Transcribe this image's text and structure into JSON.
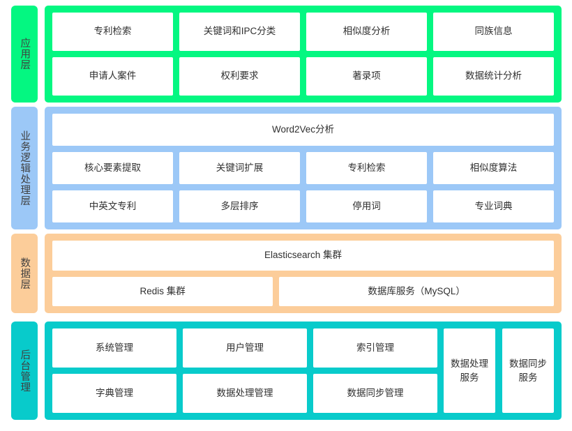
{
  "diagram": {
    "type": "layered-architecture",
    "layers": [
      {
        "id": "application",
        "label": "应用层",
        "color": "#04f781",
        "rows": [
          [
            "专利检索",
            "关键词和IPC分类",
            "相似度分析",
            "同族信息"
          ],
          [
            "申请人案件",
            "权利要求",
            "著录项",
            "数据统计分析"
          ]
        ]
      },
      {
        "id": "business",
        "label": "业务逻辑处理层",
        "color": "#9cc8f7",
        "rows": [
          [
            "Word2Vec分析"
          ],
          [
            "核心要素提取",
            "关键词扩展",
            "专利检索",
            "相似度算法"
          ],
          [
            "中英文专利",
            "多层排序",
            "停用词",
            "专业词典"
          ]
        ]
      },
      {
        "id": "data",
        "label": "数据层",
        "color": "#fccd9a",
        "rows": [
          [
            "Elasticsearch 集群"
          ],
          [
            "Redis 集群",
            "数据库服务（MySQL）"
          ]
        ]
      },
      {
        "id": "backend",
        "label": "后台管理",
        "color": "#08cbcb",
        "rows": [
          [
            "系统管理",
            "用户管理",
            "索引管理"
          ],
          [
            "字典管理",
            "数据处理管理",
            "数据同步管理"
          ]
        ],
        "tall_boxes": [
          "数据处理服务",
          "数据同步服务"
        ]
      }
    ]
  }
}
